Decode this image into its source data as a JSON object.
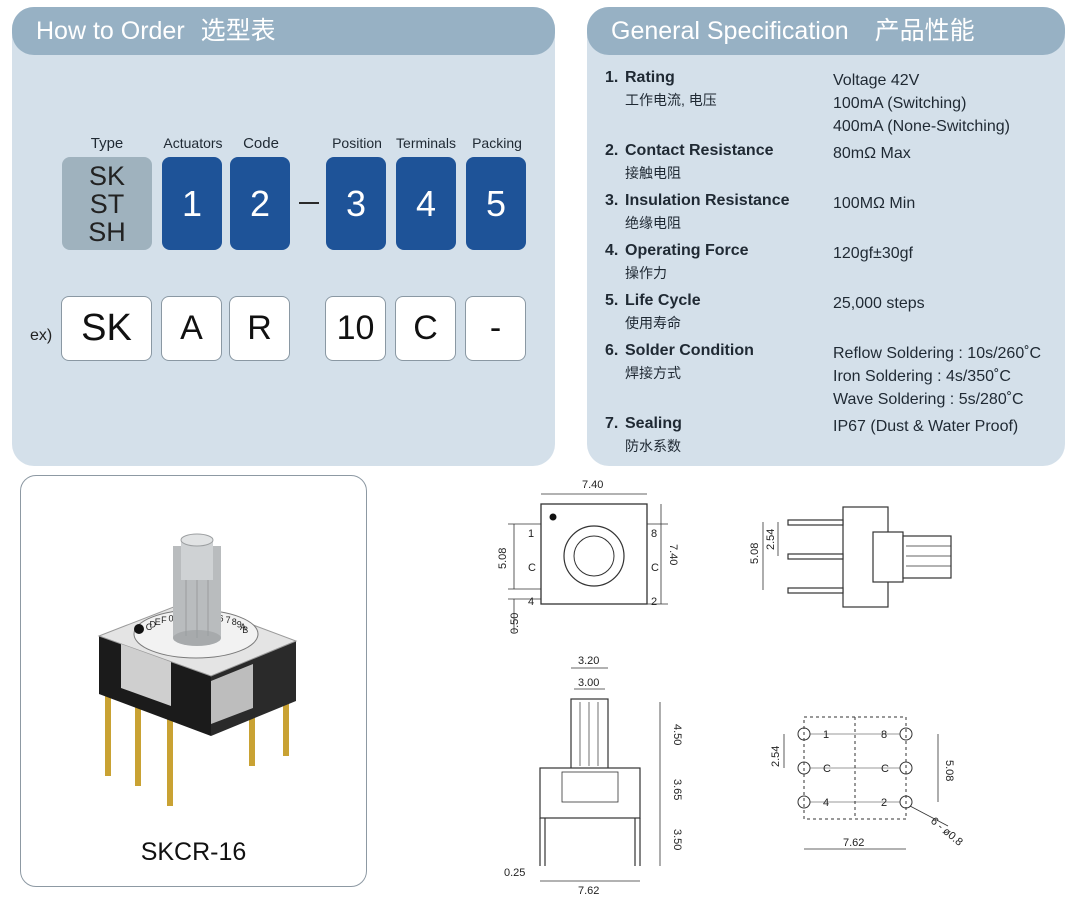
{
  "how_to_order": {
    "title": "How to Order",
    "title_cn": "选型表",
    "labels": {
      "type": "Type",
      "actuators": "Actuators",
      "code": "Code",
      "position": "Position",
      "terminals": "Terminals",
      "packing": "Packing"
    },
    "type_values": [
      "SK",
      "ST",
      "SH"
    ],
    "codes": [
      "1",
      "2",
      "3",
      "4",
      "5"
    ],
    "example_label": "ex)",
    "example": [
      "SK",
      "A",
      "R",
      "10",
      "C",
      "-"
    ]
  },
  "general_spec": {
    "title": "General Specification",
    "title_cn": "产品性能",
    "items": [
      {
        "num": "1.",
        "title": "Rating",
        "cn": "工作电流, 电压",
        "values": [
          "Voltage 42V",
          "100mA (Switching)",
          "400mA (None-Switching)"
        ]
      },
      {
        "num": "2.",
        "title": "Contact Resistance",
        "cn": "接触电阻",
        "values": [
          "80mΩ  Max"
        ]
      },
      {
        "num": "3.",
        "title": "Insulation Resistance",
        "cn": "绝缘电阻",
        "values": [
          "100MΩ  Min"
        ]
      },
      {
        "num": "4.",
        "title": "Operating Force",
        "cn": "操作力",
        "values": [
          "120gf±30gf"
        ]
      },
      {
        "num": "5.",
        "title": "Life Cycle",
        "cn": "使用寿命",
        "values": [
          "25,000 steps"
        ]
      },
      {
        "num": "6.",
        "title": "Solder Condition",
        "cn": "焊接方式",
        "values": [
          "Reflow Soldering  : 10s/260˚C",
          "Iron Soldering : 4s/350˚C",
          "Wave Soldering : 5s/280˚C"
        ]
      },
      {
        "num": "7.",
        "title": "Sealing",
        "cn": "防水系数",
        "values": [
          "IP67 (Dust & Water Proof)"
        ]
      }
    ]
  },
  "product": {
    "caption": "SKCR-16",
    "dial_marks": [
      "C",
      "D",
      "E",
      "F",
      "0",
      "1",
      "2",
      "3",
      "4",
      "5",
      "6",
      "7",
      "8",
      "9",
      "A",
      "B"
    ]
  },
  "drawings": {
    "top": {
      "width": "7.40",
      "height": "7.40",
      "pin_spacing": "5.08",
      "offset": "0.50",
      "pins": [
        "1",
        "8",
        "C",
        "C",
        "4",
        "2"
      ]
    },
    "side": {
      "height": "5.08",
      "pitch": "2.54"
    },
    "front": {
      "shaft_outer": "3.20",
      "shaft_inner": "3.00",
      "shaft_height": "4.50",
      "body_height": "3.65",
      "pin_length": "3.50",
      "pin_thickness": "0.25",
      "body_width": "7.62"
    },
    "footprint": {
      "pitch": "2.54",
      "row_spacing": "5.08",
      "width": "7.62",
      "hole": "6 - ø0.8",
      "pins": [
        "1",
        "8",
        "C",
        "C",
        "4",
        "2"
      ]
    },
    "colors": {
      "line": "#333333",
      "accent": "#1e5398",
      "panel": "#d4e0ea",
      "header": "#97b1c4"
    }
  }
}
